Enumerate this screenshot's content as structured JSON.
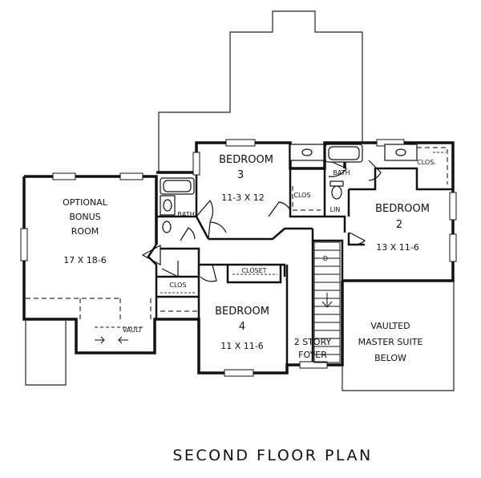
{
  "title": "SECOND FLOOR PLAN",
  "rooms": {
    "bonus": {
      "line1": "OPTIONAL",
      "line2": "BONUS",
      "line3": "ROOM",
      "dims": "17 X 18-6"
    },
    "bedroom3": {
      "name": "BEDROOM",
      "number": "3",
      "dims": "11-3 X 12"
    },
    "bedroom2": {
      "name": "BEDROOM",
      "number": "2",
      "dims": "13 X 11-6"
    },
    "bedroom4": {
      "name": "BEDROOM",
      "number": "4",
      "dims": "11 X 11-6"
    },
    "bath_left": "BATH",
    "bath_center": "BATH",
    "clos_b3": "CLOS",
    "clos_b2": "CLOS.",
    "clos_bonus": "CLOS",
    "lin": "LIN",
    "closet_b4": "CLOSET",
    "vault": "VAULT",
    "foyer": {
      "line1": "2 STORY",
      "line2": "FOYER"
    },
    "master": {
      "line1": "VAULTED",
      "line2": "MASTER SUITE",
      "line3": "BELOW"
    },
    "stair_dn": "D"
  }
}
